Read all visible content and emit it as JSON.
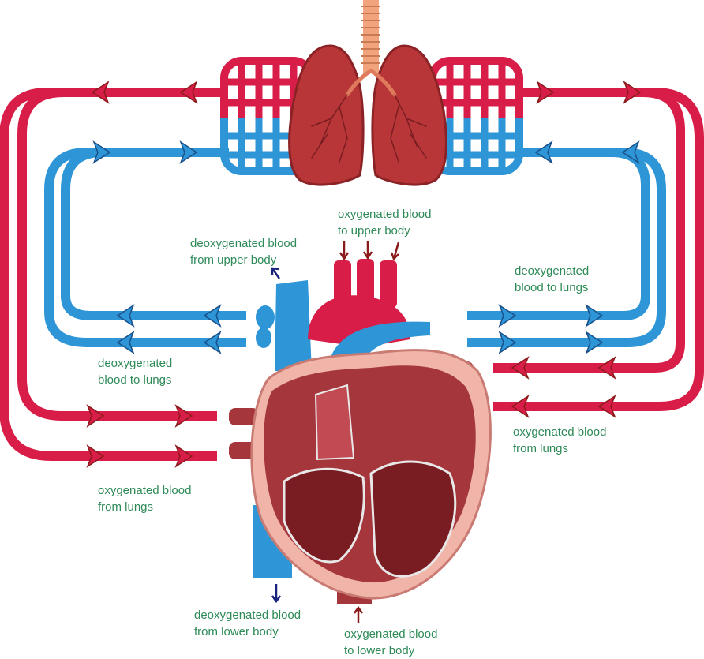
{
  "colors": {
    "oxygenated": "#d81e48",
    "deoxygenated": "#2e96d6",
    "label_text": "#2e8a57",
    "heart_muscle": "#a5363c",
    "heart_outer": "#f0b5a8",
    "lung": "#b83638",
    "trachea": "#f0a37c",
    "arrow_oxy": "#8b1a1a",
    "arrow_deoxy": "#1a237e"
  },
  "labels": {
    "oxy_upper": [
      "oxygenated blood",
      "to upper body"
    ],
    "deoxy_upper": [
      "deoxygenated blood",
      "from upper body"
    ],
    "deoxy_lungs_right": [
      "deoxygenated",
      "blood to lungs"
    ],
    "deoxy_lungs_left": [
      "deoxygenated",
      "blood to lungs"
    ],
    "oxy_lungs_right": [
      "oxygenated blood",
      "from lungs"
    ],
    "oxy_lungs_left": [
      "oxygenated blood",
      "from lungs"
    ],
    "deoxy_lower": [
      "deoxygenated blood",
      "from lower body"
    ],
    "oxy_lower": [
      "oxygenated blood",
      "to lower body"
    ]
  },
  "icons": {
    "heart": "heart-icon",
    "lungs": "lungs-icon",
    "trachea": "trachea-icon"
  }
}
